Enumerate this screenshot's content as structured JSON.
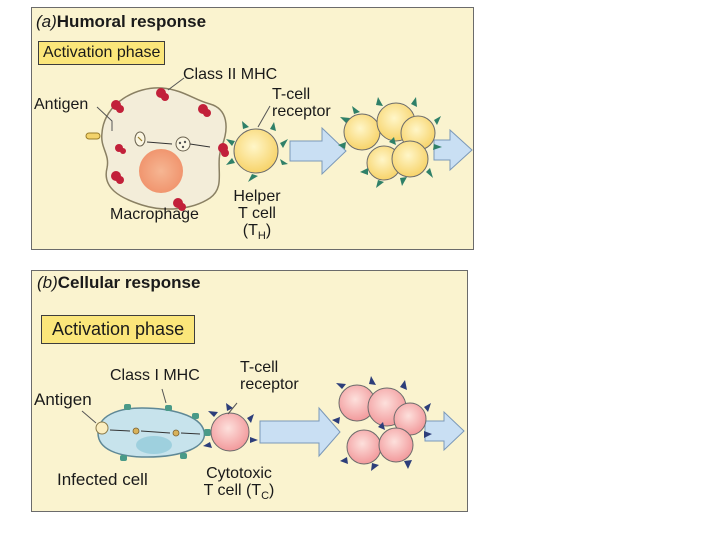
{
  "panel_a": {
    "letter": "(a)",
    "title": "Humoral response",
    "phase": "Activation phase",
    "labels": {
      "antigen": "Antigen",
      "class_mhc": "Class II MHC",
      "receptor_line1": "T-cell",
      "receptor_line2": "receptor",
      "macrophage": "Macrophage",
      "helper_line1": "Helper",
      "helper_line2": "T cell",
      "helper_abbr_open": "(T",
      "helper_abbr_sub": "H",
      "helper_abbr_close": ")"
    },
    "colors": {
      "presenting_cell": "#f3edd9",
      "mhc": "#c2203a",
      "receptor": "#2f8068",
      "t_cell": "#fce38a",
      "nucleus": "#f3a17a"
    }
  },
  "panel_b": {
    "letter": "(b)",
    "title": "Cellular response",
    "phase": "Activation phase",
    "labels": {
      "antigen": "Antigen",
      "class_mhc": "Class I MHC",
      "receptor_line1": "T-cell",
      "receptor_line2": "receptor",
      "infected": "Infected cell",
      "cytotoxic_line1": "Cytotoxic",
      "cytotoxic_line2_prefix": "T cell (T",
      "cytotoxic_abbr_sub": "C",
      "cytotoxic_abbr_close": ")"
    },
    "colors": {
      "infected_cell": "#c7e3ec",
      "mhc": "#4a9a88",
      "receptor": "#2d3e7a",
      "t_cell": "#f7b1b0",
      "nucleus": "#9ed0de"
    }
  },
  "arrow_color": "#c9dff3"
}
